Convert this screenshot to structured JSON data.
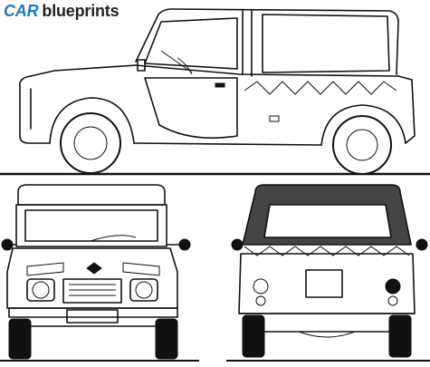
{
  "logo": {
    "brand_text": "CAR",
    "word_text": "blueprints",
    "brand_color": "#1a7bbf",
    "word_color": "#222222"
  },
  "views": [
    "side-view",
    "front-view",
    "rear-view"
  ]
}
